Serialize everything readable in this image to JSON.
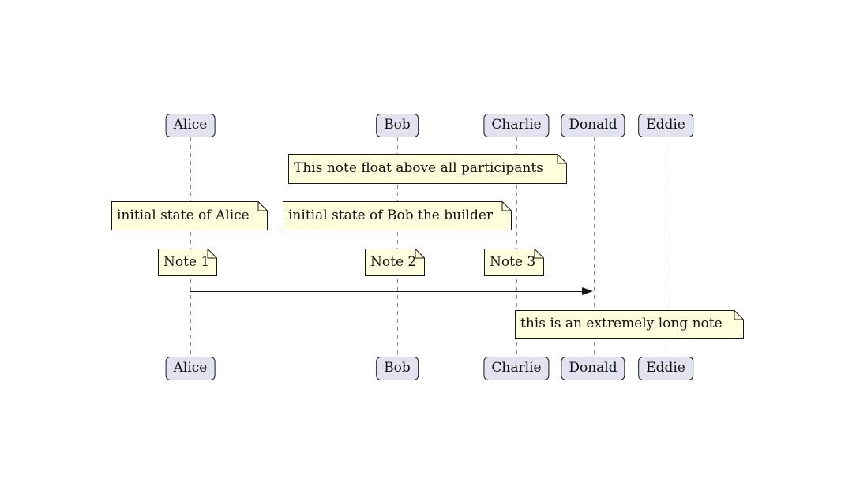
{
  "participants": [
    {
      "label": "Alice"
    },
    {
      "label": "Bob"
    },
    {
      "label": "Charlie"
    },
    {
      "label": "Donald"
    },
    {
      "label": "Eddie"
    }
  ],
  "notes": {
    "floating": "This note float above all participants",
    "alice_state": "initial state of Alice",
    "bob_state": "initial state of Bob the builder",
    "note1": "Note 1",
    "note2": "Note 2",
    "note3": "Note 3",
    "long_note": "this is an extremely long note"
  },
  "message": {
    "from": "Alice",
    "to": "Donald",
    "label": ""
  },
  "colors": {
    "participant_fill": "#E2E2F0",
    "participant_border": "#181818",
    "note_fill": "#FEFFDD",
    "note_border": "#181818",
    "lifeline": "#8c8c8c",
    "arrow": "#181818",
    "background": "#ffffff"
  }
}
